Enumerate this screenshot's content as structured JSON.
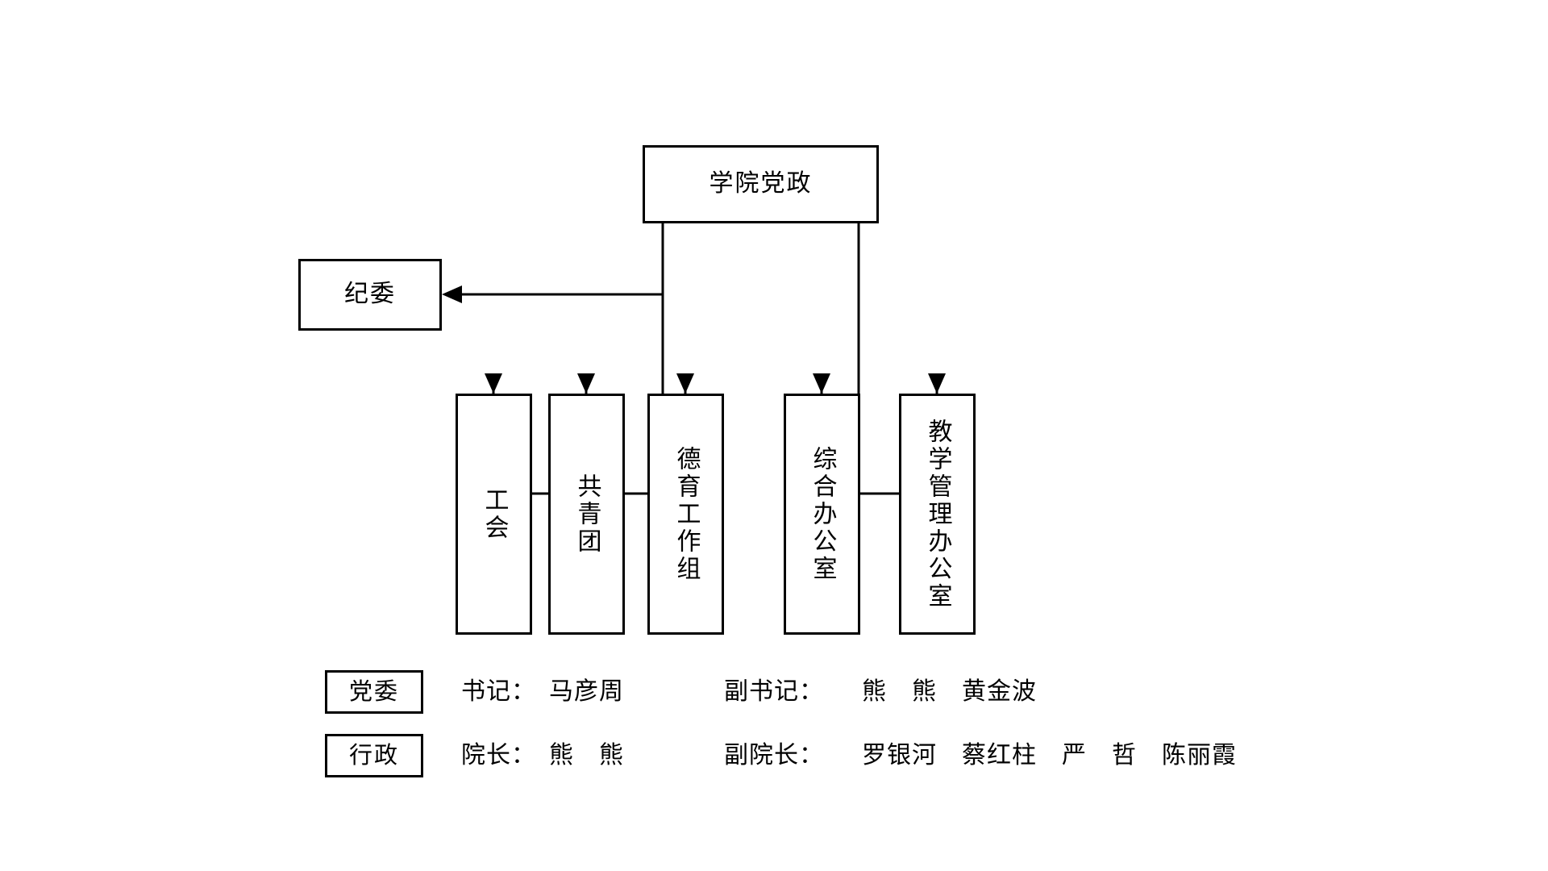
{
  "diagram": {
    "type": "org-chart",
    "orientation": "top-down",
    "root": {
      "id": "root",
      "label": "学院党政"
    },
    "aside": {
      "id": "discipline",
      "label": "纪委",
      "relation": "reports-alongside-root",
      "connector": "left-arrow"
    },
    "groups": [
      {
        "id": "party-branch",
        "children": [
          {
            "id": "labor-union",
            "label": "工会"
          },
          {
            "id": "youth-league",
            "label": "共青团"
          },
          {
            "id": "moral-education-group",
            "label": "德育工作组"
          }
        ]
      },
      {
        "id": "admin-branch",
        "children": [
          {
            "id": "general-office",
            "label": "综合办公室"
          },
          {
            "id": "teaching-management-office",
            "label": "教学管理办公室"
          }
        ]
      }
    ]
  },
  "roster": [
    {
      "id": "party-committee",
      "tag": "党委",
      "entries": [
        {
          "role": "书记：",
          "names": "马彦周"
        },
        {
          "role": "副书记：",
          "names": "熊　熊　黄金波"
        }
      ],
      "line_text": "书记：　马彦周　　　　副书记：　　熊　熊　黄金波"
    },
    {
      "id": "administration",
      "tag": "行政",
      "entries": [
        {
          "role": "院长：",
          "names": "熊　熊"
        },
        {
          "role": "副院长：",
          "names": "罗银河　蔡红柱　严　哲　陈丽霞"
        }
      ],
      "line_text": "院长：　熊　熊　　　　副院长：　　罗银河　蔡红柱　严　哲　陈丽霞"
    }
  ],
  "style": {
    "stroke": "#000000",
    "fill": "#ffffff",
    "stroke_width": 3
  }
}
